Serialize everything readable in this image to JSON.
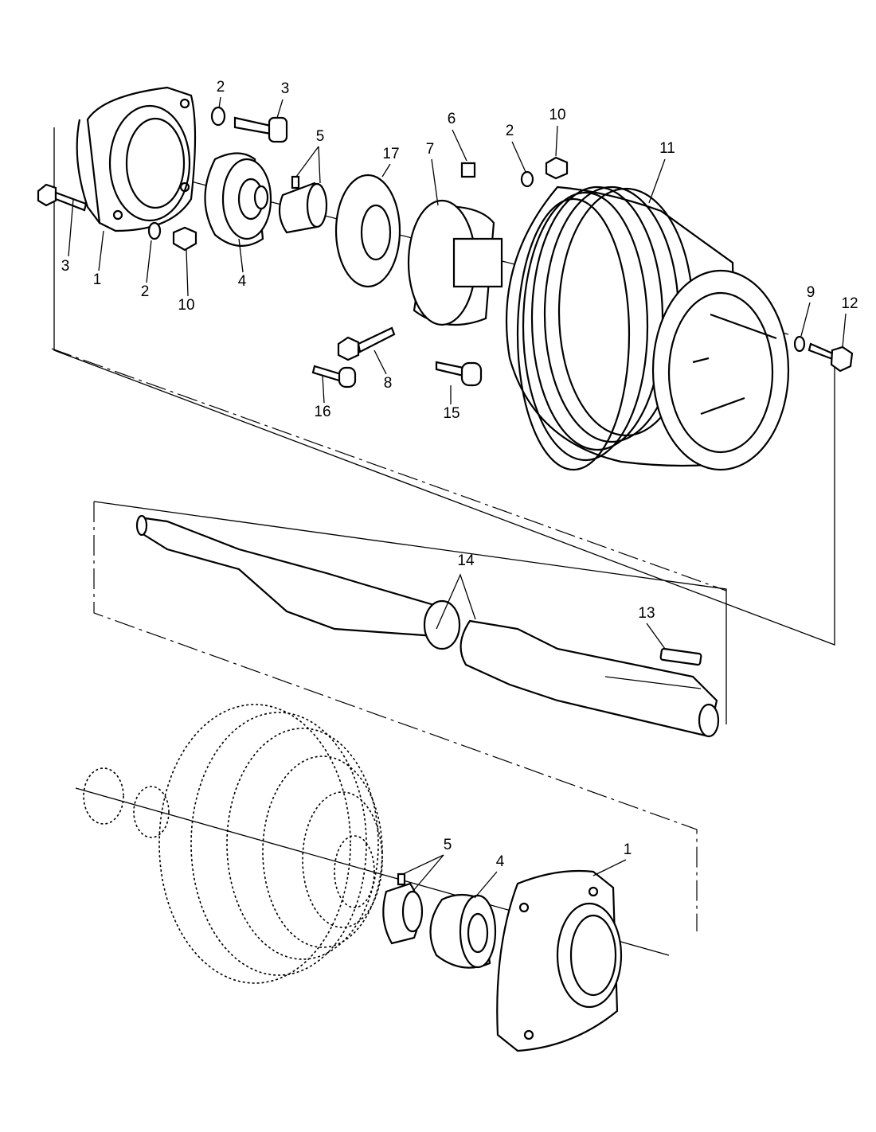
{
  "diagram": {
    "type": "exploded-parts-diagram",
    "callouts": {
      "top": [
        "2",
        "3",
        "5",
        "6",
        "17",
        "7",
        "2",
        "10",
        "11",
        "3",
        "1",
        "2",
        "10",
        "4",
        "9",
        "12",
        "8",
        "16",
        "15"
      ],
      "middle": [
        "14",
        "13"
      ],
      "bottom": [
        "5",
        "4",
        "1"
      ]
    }
  }
}
